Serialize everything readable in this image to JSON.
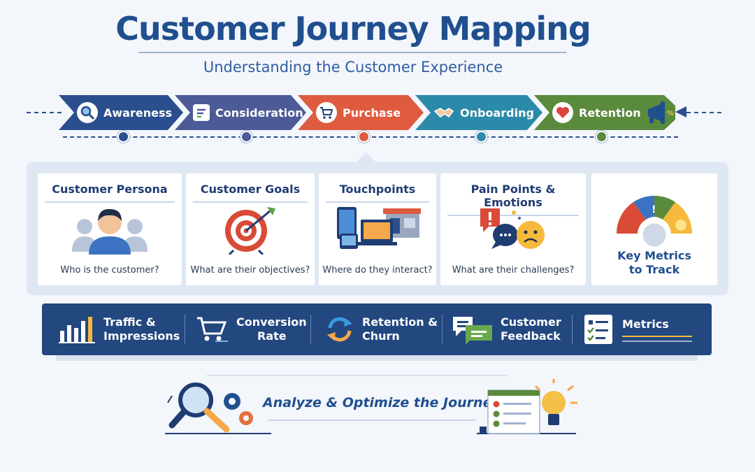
{
  "header": {
    "title": "Customer Journey Mapping",
    "subtitle": "Understanding the Customer Experience"
  },
  "stages": [
    {
      "label": "Awareness",
      "color": "#2b4f8e",
      "icon": "magnifier-icon"
    },
    {
      "label": "Consideration",
      "color": "#4c5a97",
      "icon": "checklist-icon"
    },
    {
      "label": "Purchase",
      "color": "#de5b3f",
      "icon": "cart-icon"
    },
    {
      "label": "Onboarding",
      "color": "#2b8aa9",
      "icon": "handshake-icon"
    },
    {
      "label": "Retention",
      "color": "#5a8a3c",
      "icon": "heart-icon"
    }
  ],
  "cards": [
    {
      "title": "Customer Persona",
      "sub": "Who is the customer?",
      "icon": "person-icon"
    },
    {
      "title": "Customer Goals",
      "sub": "What are their objectives?",
      "icon": "target-icon"
    },
    {
      "title": "Touchpoints",
      "sub": "Where do they interact?",
      "icon": "devices-icon"
    },
    {
      "title": "Pain Points & Emotions",
      "sub": "What are their challenges?",
      "icon": "emotion-icon"
    },
    {
      "title_line1": "Key Metrics",
      "title_line2": "to Track",
      "icon": "gauge-icon"
    }
  ],
  "metrics": [
    {
      "line1": "Traffic &",
      "line2": "Impressions",
      "icon": "bar-chart-icon"
    },
    {
      "line1": "Conversion",
      "line2": "Rate",
      "icon": "cart-icon"
    },
    {
      "line1": "Retention &",
      "line2": "Churn",
      "icon": "refresh-icon"
    },
    {
      "line1": "Customer",
      "line2": "Feedback",
      "icon": "chat-icon"
    },
    {
      "line1": "Metrics",
      "line2": "",
      "icon": "checklist-icon"
    }
  ],
  "footer": {
    "label": "Analyze & Optimize the Journey"
  },
  "colors": {
    "primary": "#1f4f8f",
    "bar": "#23477f",
    "panel": "#dfe7f3"
  }
}
